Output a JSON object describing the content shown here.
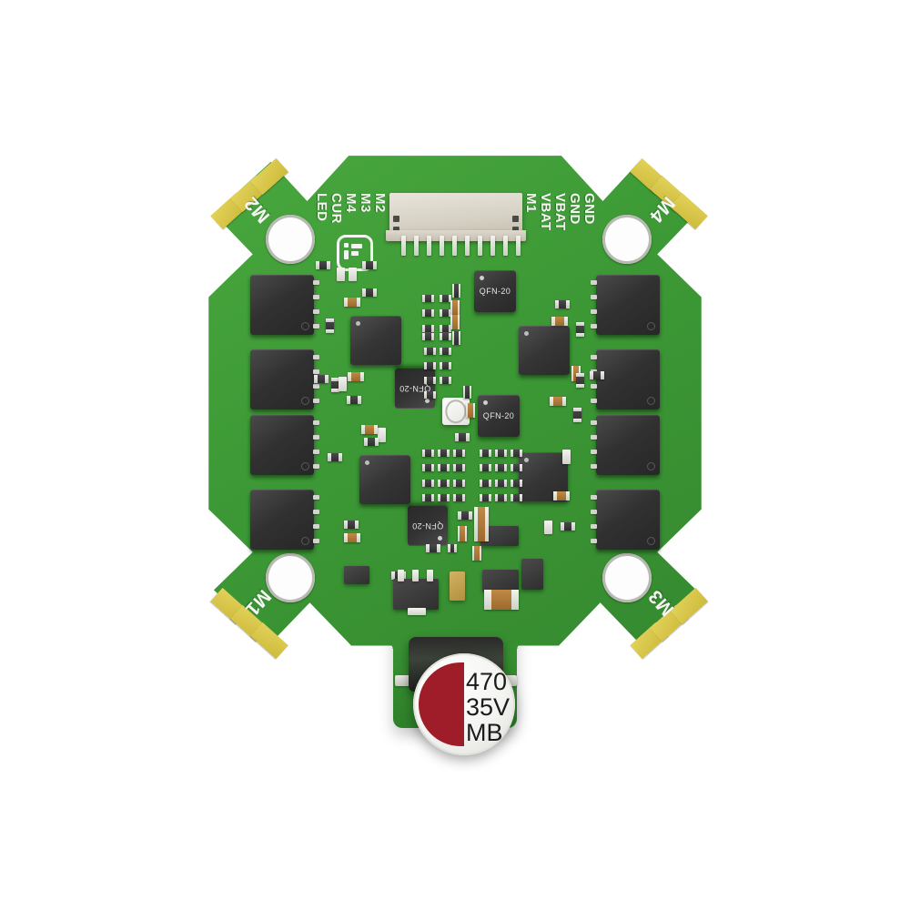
{
  "scene": {
    "subject": "quadcopter-flight-controller-esc-board",
    "background_color": "#ffffff",
    "pcb_color": "#3d9a36",
    "pad_color": "#d9c84a",
    "silkscreen_color": "#f4f7f2",
    "component_color": "#303030"
  },
  "board": {
    "corner_labels": {
      "top_left": "M2",
      "top_right": "M4",
      "bottom_left": "M1",
      "bottom_right": "M3"
    },
    "logo_alt": "manufacturer-logo"
  },
  "silkscreen": {
    "left_group": [
      "LED",
      "CUR",
      "M4",
      "M3",
      "M2"
    ],
    "right_group": [
      "M1",
      "VBAT",
      "VBAT",
      "GND",
      "GND"
    ]
  },
  "connector": {
    "name": "jst-sh-connector",
    "pin_count": 10
  },
  "chips": {
    "qfn_label": "QFN-20",
    "qfn_count": 4,
    "mosfet_count": 8
  },
  "capacitor": {
    "capacitance": "470",
    "voltage": "35V",
    "series": "MB",
    "polarity_band_color": "#9e1d28"
  }
}
